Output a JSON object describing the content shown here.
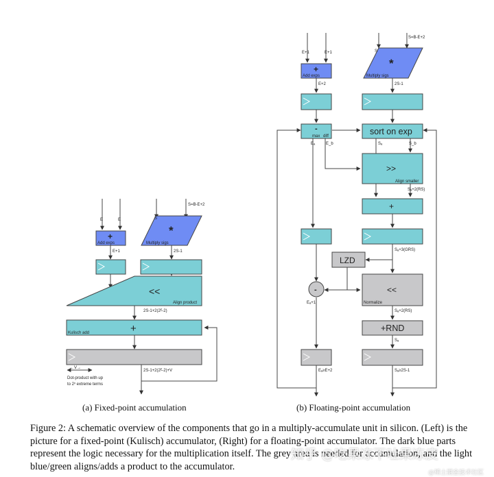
{
  "colors": {
    "teal": "#7ccfd6",
    "dark_blue": "#6f8cf4",
    "grey": "#c8c8ca",
    "stroke": "#444444"
  },
  "left": {
    "in_e1": "E",
    "in_e2": "E",
    "in_s": "S",
    "in_sbe": "S=B-E+2",
    "add_exps_sym": "+",
    "add_exps": "Add exps",
    "mult_sym": "*",
    "mult": "Multiply sigs",
    "w_e1": "E+1",
    "w_2s1": "2S-1",
    "shift_sym": "<<",
    "align_product": "Align product",
    "w_sum": "2S-1+2(2ᴱ-2)",
    "kulisch_sym": "+",
    "kulisch_add": "Kulisch add",
    "w_out": "2S-1+2(2ᴱ-2)+V",
    "v_arrow": "←V→",
    "note1": "Dot-product with up",
    "note2": "to 2ᵛ extreme terms",
    "caption": "(a) Fixed-point accumulation"
  },
  "right": {
    "in_e1": "E+1",
    "in_e2": "E+1",
    "in_s": "S",
    "in_sbe": "S=B-E+2",
    "add_exps_sym": "+",
    "add_exps": "Add exps",
    "mult_sym": "*",
    "mult": "Multiply sigs",
    "w_e2": "E+2",
    "w_2s1": "2S-1",
    "diff_sym": "-",
    "max": "max",
    "diff": "diff",
    "ea": "Eₐ",
    "eb": "E_b",
    "sort": "sort on exp",
    "sa": "Sₐ",
    "sb": "S_b",
    "shr_sym": ">>",
    "align_smaller": "Align smaller",
    "w_sa2rs": "Sₐ+2(RS)",
    "plus_sym": "+",
    "w_sa3grs": "Sₐ+3(GRS)",
    "lzd": "LZD",
    "minus_sym": "-",
    "ea1": "Eₐ+1",
    "norm_sym": "<<",
    "normalize": "Normalize",
    "w_sa2rs2": "Sₐ+2(RS)",
    "rnd": "+RND",
    "w_sa": "Sₐ",
    "w_eae2": "Eₐ≥E+2",
    "w_sa2s1": "Sₐ≥2S-1",
    "caption": "(b) Floating-point accumulation"
  },
  "caption": "Figure 2: A schematic overview of the components that go in a multiply-accumulate unit in silicon. (Left) is the picture for a fixed-point (Kulisch) accumulator, (Right) for a floating-point accumulator. The dark blue parts represent the logic necessary for the multiplication itself. The grey area is needed for accumulation, and the light blue/green aligns/adds a product to the accumulator.",
  "watermark_main": "知乎 @吃果冻不吐果冻皮",
  "watermark_small": "@稀土掘金技术社区"
}
